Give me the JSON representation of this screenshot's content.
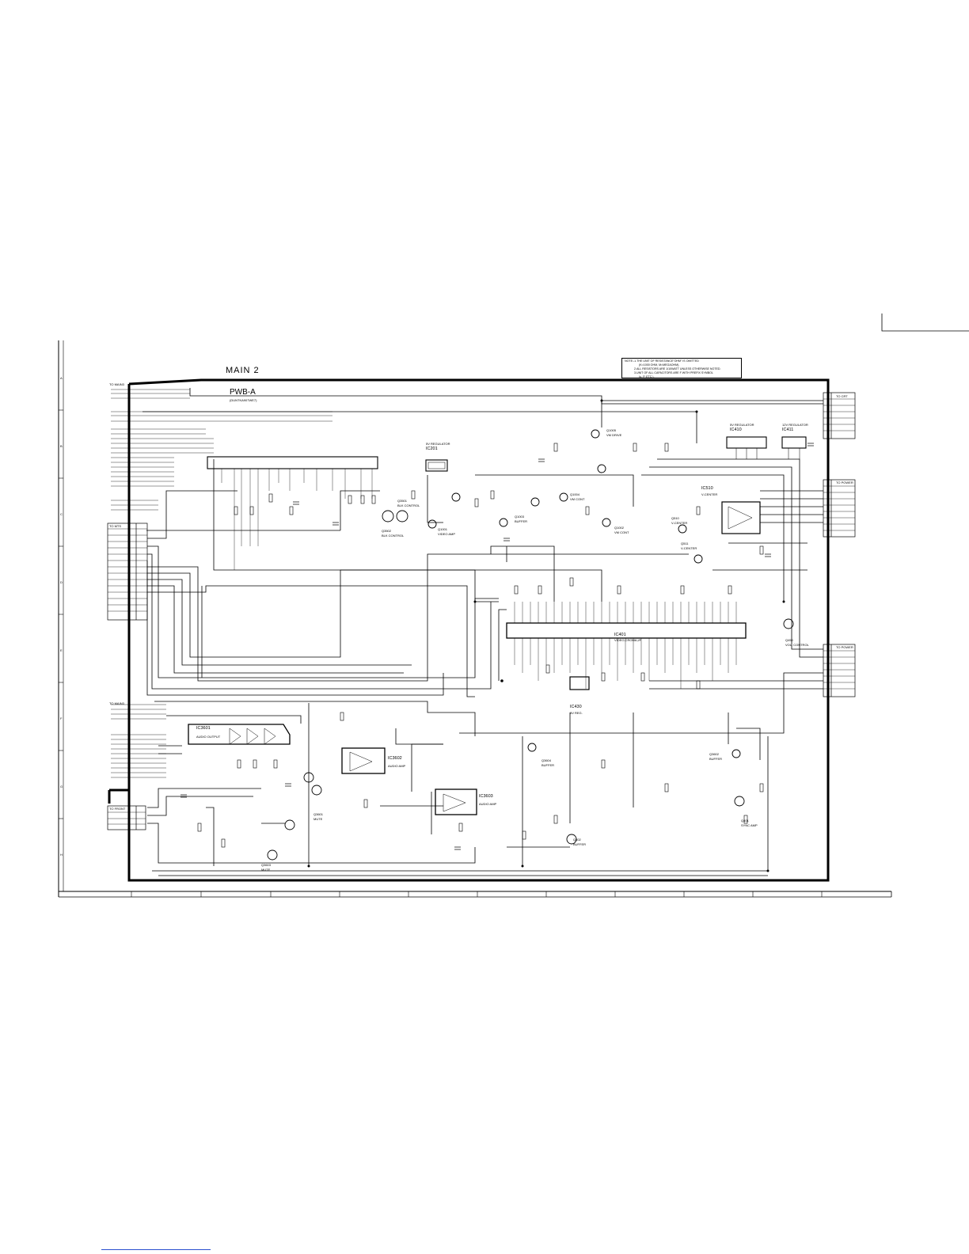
{
  "title": "MAIN 2",
  "board": "PWB-A",
  "board_sub": "(DUNTKA907WE7)",
  "note": {
    "lines": [
      "NOTE:-1.THE UNIT OF RESISTANCE\"OHM\" IS OMITTED",
      "(K=1000 OHM, M=MEGAOHM).",
      "2.ALL RESISTORS ARE 1/10WATT UNLESS OTHERWISE NOTED.",
      "3.UNIT OF ALL CAPACITORS ARE F WITH PREFIX SYMBOL",
      "(u, P, ETC.)."
    ]
  },
  "connectors": {
    "to_main_top": "TO MAIN3",
    "to_mts": "TO MTS",
    "to_main_mid": "TO MAIN3",
    "to_front": "TO FRONT",
    "to_crt": "TO CRT",
    "to_power_1": "TO POWER",
    "to_power_2": "TO POWER"
  },
  "ics": {
    "ic201": {
      "name": "IC201",
      "desc": "5V REGULATOR"
    },
    "ic401": {
      "name": "IC401",
      "desc": "VIDEO,CROMA,I/F"
    },
    "ic410": {
      "name": "IC410",
      "desc": "5V REGULATOR"
    },
    "ic411": {
      "name": "IC411",
      "desc": "12V REGULATOR"
    },
    "ic510": {
      "name": "IC510",
      "desc": "V-CENTER"
    },
    "ic430": {
      "name": "IC430",
      "desc": "5V REG."
    },
    "ic3601": {
      "name": "IC3601",
      "desc": "AUDIO OUTPUT"
    },
    "ic3602": {
      "name": "IC3602",
      "desc": "AUDIO AMP"
    },
    "ic3603": {
      "name": "IC3603",
      "desc": "AUDIO AMP"
    }
  },
  "transistors": [
    {
      "name": "Q1005",
      "desc": "VM DRIVE"
    },
    {
      "name": "Q1004",
      "desc": "VM CONT"
    },
    {
      "name": "Q1003",
      "desc": "BUFFER"
    },
    {
      "name": "Q1002",
      "desc": "VM CONT"
    },
    {
      "name": "Q3501",
      "desc": "BLK CONTROL"
    },
    {
      "name": "Q3502",
      "desc": "BLK CONTROL"
    },
    {
      "name": "Q1001",
      "desc": "VIDEO AMP"
    },
    {
      "name": "Q510",
      "desc": "V-CENTER"
    },
    {
      "name": "Q511",
      "desc": "V-CENTER"
    },
    {
      "name": "Q450",
      "desc": "VOL. CONTROL"
    },
    {
      "name": "Q3604",
      "desc": "BUFFER"
    },
    {
      "name": "Q3602",
      "desc": "BUFFER"
    },
    {
      "name": "Q3601",
      "desc": "MUTE"
    },
    {
      "name": "Q3603",
      "desc": "MUTE"
    },
    {
      "name": "Q401",
      "desc": "SYNC AMP"
    },
    {
      "name": "Q402",
      "desc": "BUFFER"
    }
  ],
  "grid_letters": [
    "A",
    "B",
    "C",
    "D",
    "E",
    "F",
    "G",
    "H"
  ]
}
